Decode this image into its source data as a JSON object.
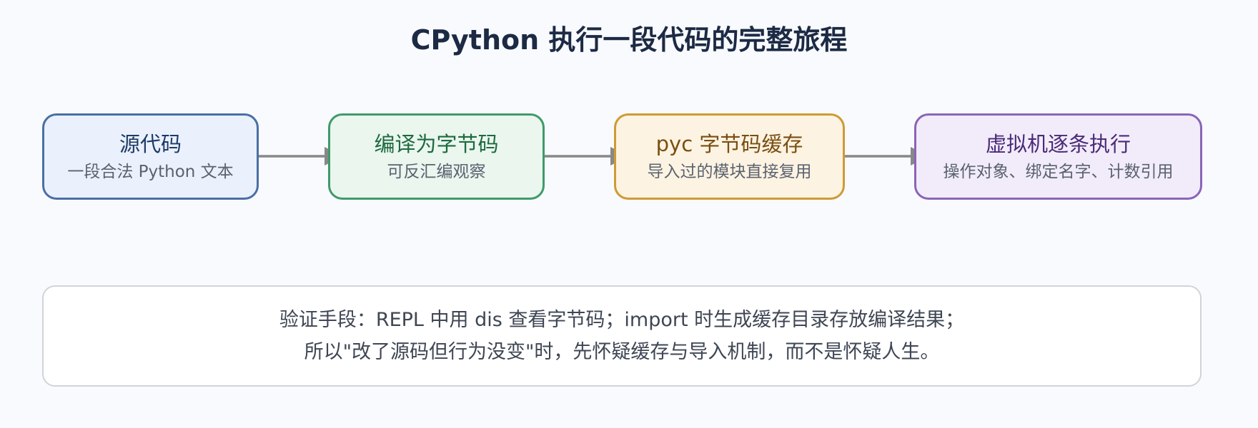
{
  "title": "CPython 执行一段代码的完整旅程",
  "nodes": [
    {
      "title": "源代码",
      "subtitle": "一段合法 Python 文本",
      "color": "#4a6fa5",
      "fill": "#eaf1fc"
    },
    {
      "title": "编译为字节码",
      "subtitle": "可反汇编观察",
      "color": "#3f9a6a",
      "fill": "#eaf6ee"
    },
    {
      "title": "pyc 字节码缓存",
      "subtitle": "导入过的模块直接复用",
      "color": "#cf9a34",
      "fill": "#fdf3e2"
    },
    {
      "title": "虚拟机逐条执行",
      "subtitle": "操作对象、绑定名字、计数引用",
      "color": "#8a64b8",
      "fill": "#f2ecfa"
    }
  ],
  "note": {
    "line1": "验证手段：REPL 中用 dis 查看字节码；import 时生成缓存目录存放编译结果；",
    "line2": "所以\"改了源码但行为没变\"时，先怀疑缓存与导入机制，而不是怀疑人生。"
  },
  "arrow_color": "#888888"
}
